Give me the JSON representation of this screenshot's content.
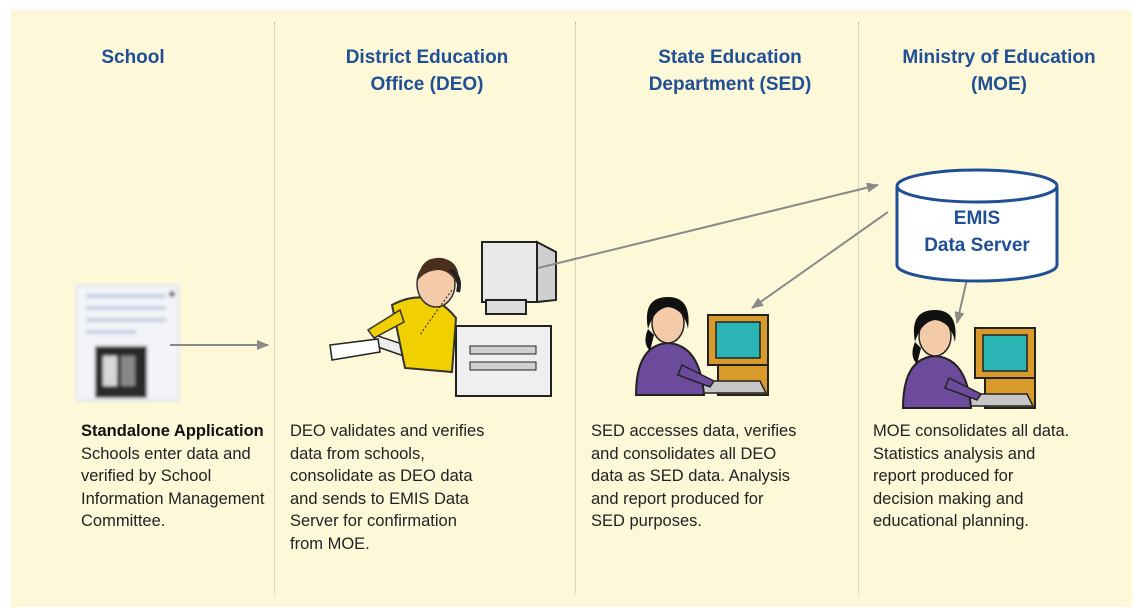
{
  "columns": [
    {
      "title_lines": [
        "School",
        ""
      ],
      "desc_heading": "Standalone Application",
      "desc_lines": [
        "Schools enter data and",
        "verified by School",
        "Information Management",
        "Committee."
      ]
    },
    {
      "title_lines": [
        "District Education",
        "Office (DEO)"
      ],
      "desc_heading": "",
      "desc_lines": [
        "DEO validates and verifies",
        "data from schools,",
        "consolidate as DEO data",
        "and sends to EMIS Data",
        "Server for confirmation",
        "from MOE."
      ]
    },
    {
      "title_lines": [
        "State Education",
        "Department (SED)"
      ],
      "desc_heading": "",
      "desc_lines": [
        "SED accesses data, verifies",
        "and consolidates all DEO",
        "data as SED data. Analysis",
        "and report produced for",
        "SED purposes."
      ]
    },
    {
      "title_lines": [
        "Ministry of Education",
        "(MOE)"
      ],
      "desc_heading": "",
      "desc_lines": [
        "MOE consolidates all data.",
        "Statistics analysis and",
        "report produced for",
        "decision making and",
        "educational planning."
      ]
    }
  ],
  "server": {
    "line1": "EMIS",
    "line2": "Data Server",
    "icon": "database-cylinder-icon"
  },
  "icons": {
    "school": "school-application-icon",
    "deo": "office-worker-on-phone-icon",
    "sed": "user-at-computer-icon",
    "moe": "user-at-computer-icon"
  },
  "colors": {
    "panel_background": "#fdf9d8",
    "title_text": "#1f4f95",
    "arrow": "#8a8a8a",
    "server_border": "#1f4f95"
  }
}
